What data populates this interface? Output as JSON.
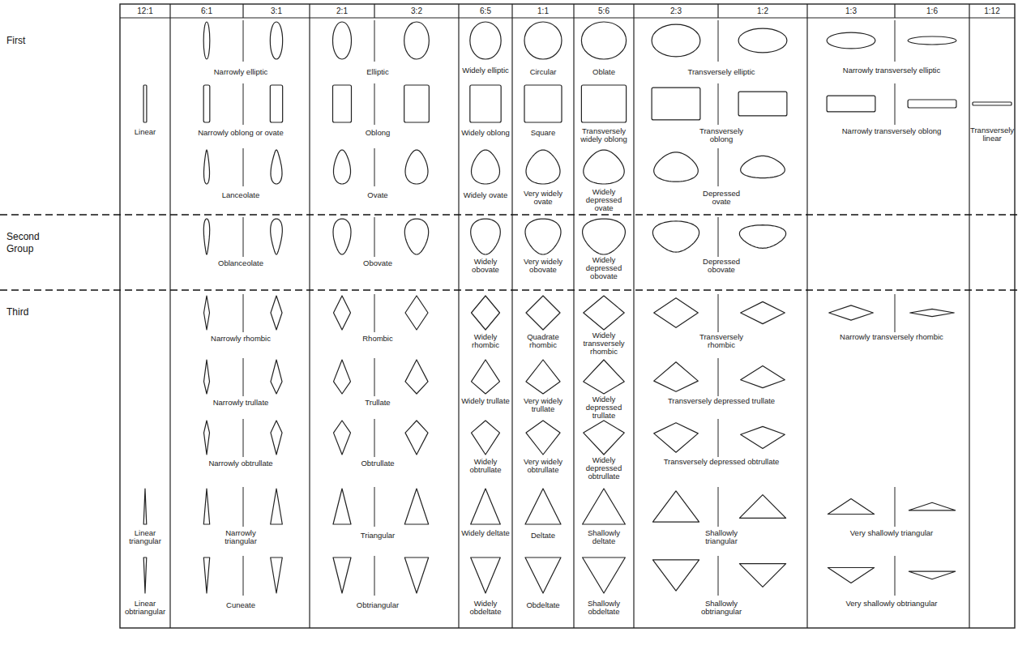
{
  "diagram": {
    "labels": [
      "12:1",
      "6:1",
      "3:1",
      "2:1",
      "3:2",
      "6:5",
      "1:1",
      "5:6",
      "2:3",
      "1:2",
      "1:3",
      "1:6",
      "1:12",
      "First",
      "Second Group",
      "Third",
      "Narrowly elliptic",
      "Elliptic",
      "Widely elliptic",
      "Circular",
      "Oblate",
      "Transversely elliptic",
      "Narrowly transversely elliptic",
      "Linear",
      "Narrowly oblong or ovate",
      "Oblong",
      "Widely oblong",
      "Square",
      "Transversely widely oblong",
      "Transversely oblong",
      "Narrowly transversely oblong",
      "Transversely linear",
      "Lanceolate",
      "Ovate",
      "Widely ovate",
      "Very widely ovate",
      "Widely depressed ovate",
      "Depressed ovate",
      "Oblanceolate",
      "Obovate",
      "Widely obovate",
      "Very widely obovate",
      "Widely depressed obovate",
      "Depressed obovate",
      "Narrowly rhombic",
      "Rhombic",
      "Widely rhombic",
      "Quadrate rhombic",
      "Widely transversely rhombic",
      "Transversely rhombic",
      "Narrowly transversely rhombic",
      "Narrowly trullate",
      "Trullate",
      "Widely trullate",
      "Very widely trullate",
      "Widely depressed trullate",
      "Transversely depressed trullate",
      "Narrowly obtrullate",
      "Obtrullate",
      "Widely obtrullate",
      "Very widely obtrullate",
      "Widely depressed obtrullate",
      "Transversely depressed obtrullate",
      "Linear triangular",
      "Narrowly triangular",
      "Triangular",
      "Widely deltate",
      "Deltate",
      "Shallowly deltate",
      "Shallowly triangular",
      "Very shallowly triangular",
      "Linear obtriangular",
      "Cuneate",
      "Obtriangular",
      "Widely obdeltate",
      "Obdeltate",
      "Shallowly obdeltate",
      "Shallowly obtriangular",
      "Very shallowly obtriangular"
    ]
  }
}
